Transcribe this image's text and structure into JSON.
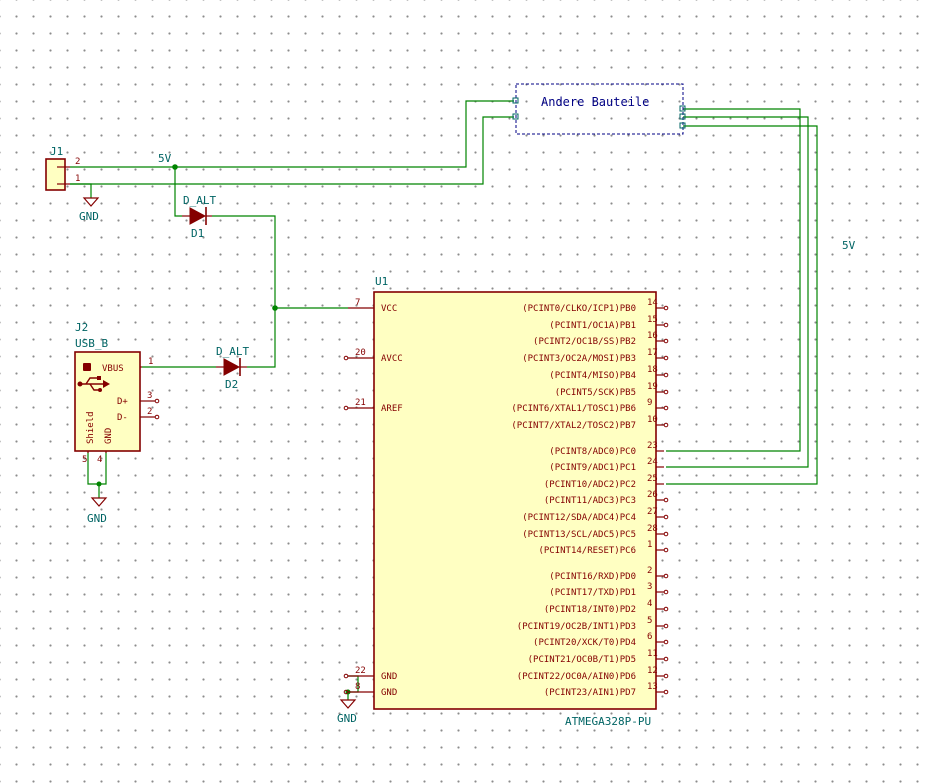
{
  "net_labels": {
    "top_5v": "5V",
    "right_5v": "5V"
  },
  "hier_sheet": {
    "name": "Andere Bauteile"
  },
  "j1": {
    "ref": "J1",
    "pin2": "2",
    "pin1": "1"
  },
  "power": {
    "gnd": "GND"
  },
  "d1": {
    "value": "D_ALT",
    "ref": "D1"
  },
  "d2": {
    "value": "D_ALT",
    "ref": "D2"
  },
  "j2": {
    "ref": "J2",
    "value": "USB_B",
    "pins": {
      "vbus": "VBUS",
      "dplus": "D+",
      "dminus": "D-",
      "shield": "Shield",
      "gnd": "GND"
    },
    "nums": {
      "vbus": "1",
      "dplus": "3",
      "dminus": "2",
      "shield": "5",
      "gnd": "4"
    }
  },
  "u1": {
    "ref": "U1",
    "value": "ATMEGA328P-PU",
    "left_pins": [
      {
        "name": "VCC",
        "num": "7"
      },
      {
        "name": "AVCC",
        "num": "20"
      },
      {
        "name": "AREF",
        "num": "21"
      },
      {
        "name": "GND",
        "num": "22"
      },
      {
        "name": "GND",
        "num": "8"
      }
    ],
    "right_pins": [
      {
        "name": "(PCINT0/CLKO/ICP1)PB0",
        "num": "14"
      },
      {
        "name": "(PCINT1/OC1A)PB1",
        "num": "15"
      },
      {
        "name": "(PCINT2/OC1B/SS)PB2",
        "num": "16"
      },
      {
        "name": "(PCINT3/OC2A/MOSI)PB3",
        "num": "17"
      },
      {
        "name": "(PCINT4/MISO)PB4",
        "num": "18"
      },
      {
        "name": "(PCINT5/SCK)PB5",
        "num": "19"
      },
      {
        "name": "(PCINT6/XTAL1/TOSC1)PB6",
        "num": "9"
      },
      {
        "name": "(PCINT7/XTAL2/TOSC2)PB7",
        "num": "10"
      },
      {
        "name": "(PCINT8/ADC0)PC0",
        "num": "23"
      },
      {
        "name": "(PCINT9/ADC1)PC1",
        "num": "24"
      },
      {
        "name": "(PCINT10/ADC2)PC2",
        "num": "25"
      },
      {
        "name": "(PCINT11/ADC3)PC3",
        "num": "26"
      },
      {
        "name": "(PCINT12/SDA/ADC4)PC4",
        "num": "27"
      },
      {
        "name": "(PCINT13/SCL/ADC5)PC5",
        "num": "28"
      },
      {
        "name": "(PCINT14/RESET)PC6",
        "num": "1"
      },
      {
        "name": "(PCINT16/RXD)PD0",
        "num": "2"
      },
      {
        "name": "(PCINT17/TXD)PD1",
        "num": "3"
      },
      {
        "name": "(PCINT18/INT0)PD2",
        "num": "4"
      },
      {
        "name": "(PCINT19/OC2B/INT1)PD3",
        "num": "5"
      },
      {
        "name": "(PCINT20/XCK/T0)PD4",
        "num": "6"
      },
      {
        "name": "(PCINT21/OC0B/T1)PD5",
        "num": "11"
      },
      {
        "name": "(PCINT22/OC0A/AIN0)PD6",
        "num": "12"
      },
      {
        "name": "(PCINT23/AIN1)PD7",
        "num": "13"
      }
    ]
  }
}
